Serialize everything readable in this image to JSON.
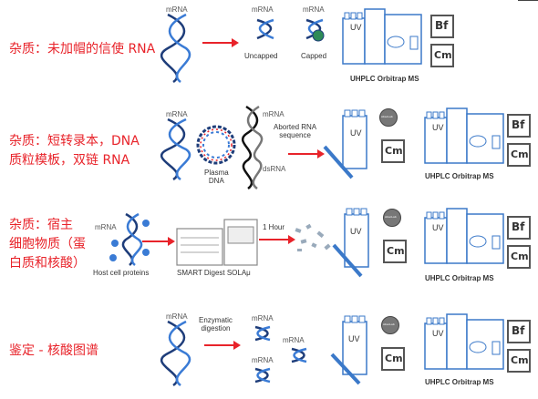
{
  "colors": {
    "accent": "#e8232a",
    "dna_blue": "#3a7bd5",
    "dna_dark": "#1e3d7a",
    "instrument": "#3b79c9",
    "gray_box": "#555555"
  },
  "rows": [
    {
      "label": "杂质：未加帽的信使 RNA",
      "mrna1": "mRNA",
      "mrna2": "mRNA",
      "mrna3": "mRNA",
      "uncapped": "Uncapped",
      "capped": "Capped",
      "instrument": "UHPLC Orbitrap MS",
      "uv": "UV",
      "bf": "Bf",
      "cm": "Cm"
    },
    {
      "label": "杂质：短转录本，DNA\n质粒模板，双链 RNA",
      "mrna1": "mRNA",
      "mrna2": "mRNA",
      "plasma": "Plasma\nDNA",
      "dsrna": "dsRNA",
      "aborted": "Aborted RNA\nsequence",
      "instrument": "UHPLC Orbitrap MS",
      "uv": "UV",
      "uv2": "UV",
      "bf": "Bf",
      "cm": "Cm",
      "cm2": "Cm",
      "mini": "AbsoLab"
    },
    {
      "label": "杂质：宿主\n细胞物质（蛋\n白质和核酸）",
      "mrna1": "mRNA",
      "hostcell": "Host cell proteins",
      "smart": "SMART Digest SOLAμ",
      "hour": "1 Hour",
      "instrument": "UHPLC Orbitrap MS",
      "uv": "UV",
      "uv2": "UV",
      "bf": "Bf",
      "cm": "Cm",
      "cm2": "Cm",
      "mini": "AbsoLab"
    },
    {
      "label": "鉴定 - 核酸图谱",
      "mrna1": "mRNA",
      "enzymatic": "Enzymatic\ndigestion",
      "mrna2": "mRNA",
      "mrna3": "mRNA",
      "mrna4": "mRNA",
      "instrument": "UHPLC Orbitrap MS",
      "uv": "UV",
      "uv2": "UV",
      "bf": "Bf",
      "cm": "Cm",
      "cm2": "Cm",
      "mini": "AbsoLab"
    }
  ]
}
